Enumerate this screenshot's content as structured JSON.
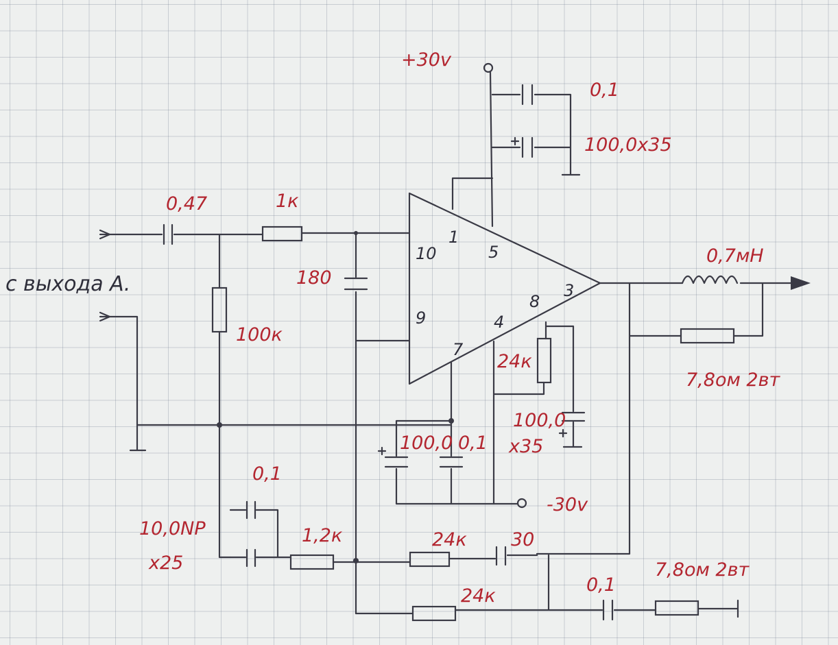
{
  "supply": {
    "positive": "+30v",
    "negative": "-30v"
  },
  "input": {
    "label": "с выхода А."
  },
  "amplifier": {
    "pins": [
      "1",
      "5",
      "10",
      "9",
      "7",
      "4",
      "8",
      "3"
    ]
  },
  "components": {
    "input_cap": "0,47",
    "input_res": "1к",
    "bias_res": "100к",
    "comp_cap": "180",
    "dec_cap_top": "0,1",
    "elec_cap_top": "100,0x35",
    "res_pin8": "24к",
    "cap_pin8_value": "100,0",
    "cap_pin8_rating": "x35",
    "gnd_elec_cap": "100,0",
    "gnd_cap": "0,1",
    "fb_cap_small": "0,1",
    "np_cap_value": "10,0NP",
    "np_cap_rating": "x25",
    "fb_res_1": "1,2к",
    "fb_res_2": "24к",
    "fb_cap_30": "30",
    "fb_res_3": "24к",
    "inductor": "0,7мН",
    "inductor_res": "7,8ом 2вт",
    "zobel_cap": "0,1",
    "zobel_res": "7,8ом 2вт"
  }
}
